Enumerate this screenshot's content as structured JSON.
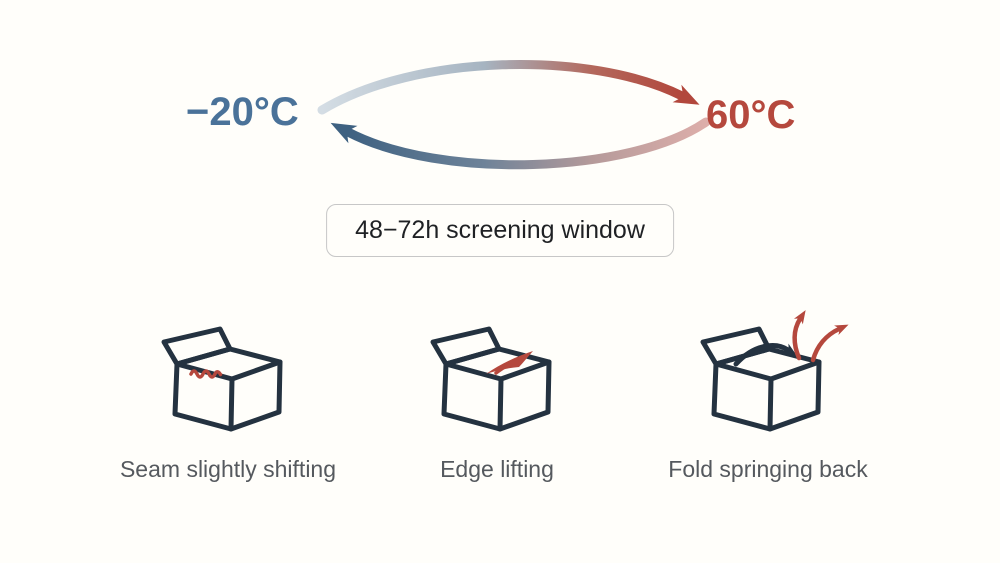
{
  "diagram": {
    "background": "#fffefa",
    "cycle": {
      "low_label": "−20°C",
      "high_label": "60°C",
      "low_color": "#4a7299",
      "high_color": "#b5483d",
      "arrow_cold_head": "#3e6181",
      "arrow_hot_head": "#b2473c",
      "arrow_cold_light": "#d2dce4",
      "arrow_hot_light": "#ddaeaa"
    },
    "screening_window": {
      "label": "48−72h screening window",
      "border_color": "#c7c7c7",
      "text_color": "#1f2124"
    },
    "failure_modes": [
      {
        "icon": "box-seam-shifting-icon",
        "caption": "Seam slightly shifting"
      },
      {
        "icon": "box-edge-lifting-icon",
        "caption": "Edge lifting"
      },
      {
        "icon": "box-fold-springback-icon",
        "caption": "Fold springing back"
      }
    ],
    "style": {
      "box_outline_color": "#243240",
      "accent_red": "#b5483d",
      "caption_color": "#55595e"
    }
  }
}
